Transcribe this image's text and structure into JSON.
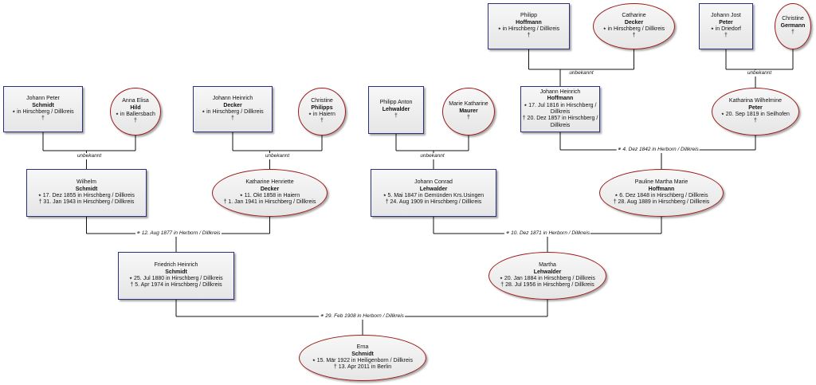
{
  "people": [
    {
      "id": "p_philipp_h",
      "sex": "m",
      "first": "Philipp",
      "last": "Hoffmann",
      "born": "⭑ in Hirschberg / Dillkreis",
      "died": "†"
    },
    {
      "id": "p_catharine",
      "sex": "f",
      "first": "Catharine",
      "last": "Decker",
      "born": "⭑ in Hirschberg / Dillkreis",
      "died": "†"
    },
    {
      "id": "p_johann_jost",
      "sex": "m",
      "first": "Johann Jost",
      "last": "Peter",
      "born": "⭑ in Driedorf",
      "died": "†"
    },
    {
      "id": "p_christine_g",
      "sex": "f",
      "first": "Christine",
      "last": "Germann",
      "born": "",
      "died": "†"
    },
    {
      "id": "p_jp_schmidt",
      "sex": "m",
      "first": "Johann Peter",
      "last": "Schmidt",
      "born": "⭑ in Hirschberg / Dillkreis",
      "died": "†"
    },
    {
      "id": "p_anna_elisa",
      "sex": "f",
      "first": "Anna Elisa",
      "last": "Hild",
      "born": "⭑ in Ballersbach",
      "died": "†"
    },
    {
      "id": "p_jh_decker",
      "sex": "m",
      "first": "Johann Heinrich",
      "last": "Decker",
      "born": "⭑ in Hirschberg / Dillkreis",
      "died": "†"
    },
    {
      "id": "p_christine_p",
      "sex": "f",
      "first": "Christine",
      "last": "Philipps",
      "born": "⭑ in Haiern",
      "died": "†"
    },
    {
      "id": "p_philipp_anton",
      "sex": "m",
      "first": "Philipp Anton",
      "last": "Lehwalder",
      "born": "",
      "died": "†"
    },
    {
      "id": "p_marie_kath",
      "sex": "f",
      "first": "Marie Katharine",
      "last": "Maurer",
      "born": "",
      "died": "†"
    },
    {
      "id": "p_jh_hoffmann",
      "sex": "m",
      "first": "Johann Heinrich",
      "last": "Hoffmann",
      "born": "⭑ 17. Jul 1816 in Hirschberg / Dillkreis",
      "died": "† 20. Dez 1857 in Hirschberg / Dillkreis"
    },
    {
      "id": "p_kath_wilh",
      "sex": "f",
      "first": "Katharina Wilhelmine",
      "last": "Peter",
      "born": "⭑ 20. Sep 1819 in Seilhofen",
      "died": "†"
    },
    {
      "id": "p_wilhelm",
      "sex": "m",
      "first": "Wilhelm",
      "last": "Schmidt",
      "born": "⭑ 17. Dez 1855 in Hirschberg / Dillkreis",
      "died": "† 31. Jan 1943 in Hirschberg / Dillkreis"
    },
    {
      "id": "p_kath_henr",
      "sex": "f",
      "first": "Katharine Henriette",
      "last": "Decker",
      "born": "⭑ 11. Okt 1858 in Haiern",
      "died": "† 1. Jan 1941 in Hirschberg / Dillkreis"
    },
    {
      "id": "p_johann_conrad",
      "sex": "m",
      "first": "Johann Conrad",
      "last": "Lehwalder",
      "born": "⭑ 5. Mai 1847 in Gemünden Krs.Usingen",
      "died": "† 24. Aug 1909 in Hirschberg / Dillkreis"
    },
    {
      "id": "p_pauline",
      "sex": "f",
      "first": "Pauline Martha Marie",
      "last": "Hoffmann",
      "born": "⭑ 6. Dez 1848 in Hirschberg / Dillkreis",
      "died": "† 28. Aug 1889 in Hirschberg / Dillkreis"
    },
    {
      "id": "p_friedrich",
      "sex": "m",
      "first": "Friedrich Heinrich",
      "last": "Schmidt",
      "born": "⭑ 25. Jul 1880 in Hirschberg / Dillkreis",
      "died": "† 5. Apr 1974 in Hirschberg / Dillkreis"
    },
    {
      "id": "p_martha",
      "sex": "f",
      "first": "Martha",
      "last": "Lehwalder",
      "born": "⭑ 20. Jan 1884 in Hirschberg / Dillkreis",
      "died": "† 28. Jul 1956 in Hirschberg / Dillkreis"
    },
    {
      "id": "p_erna",
      "sex": "f",
      "first": "Erna",
      "last": "Schmidt",
      "born": "⭑ 15. Mär 1922 in Heiligenborn / Dillkreis",
      "died": "† 13. Apr 2011 in Berlin"
    }
  ],
  "unions": [
    {
      "id": "u_hoffmann_decker",
      "label": "unbekannt"
    },
    {
      "id": "u_peter_germann",
      "label": "unbekannt"
    },
    {
      "id": "u_schmidt_hild",
      "label": "unbekannt"
    },
    {
      "id": "u_decker_philipps",
      "label": "unbekannt"
    },
    {
      "id": "u_lehwalder_maurer",
      "label": "unbekannt"
    },
    {
      "id": "u_hoffmann_peter",
      "label": "⚭ 4. Dez 1842 in Herborn / Dillkreis"
    },
    {
      "id": "u_wilhelm_kath",
      "label": "⚭ 12. Aug 1877 in Herborn / Dillkreis"
    },
    {
      "id": "u_conrad_pauline",
      "label": "⚭ 10. Dez 1871 in Herborn / Dillkreis"
    },
    {
      "id": "u_friedrich_martha",
      "label": "⚭ 29. Feb 1908 in Herborn / Dillkreis"
    }
  ]
}
